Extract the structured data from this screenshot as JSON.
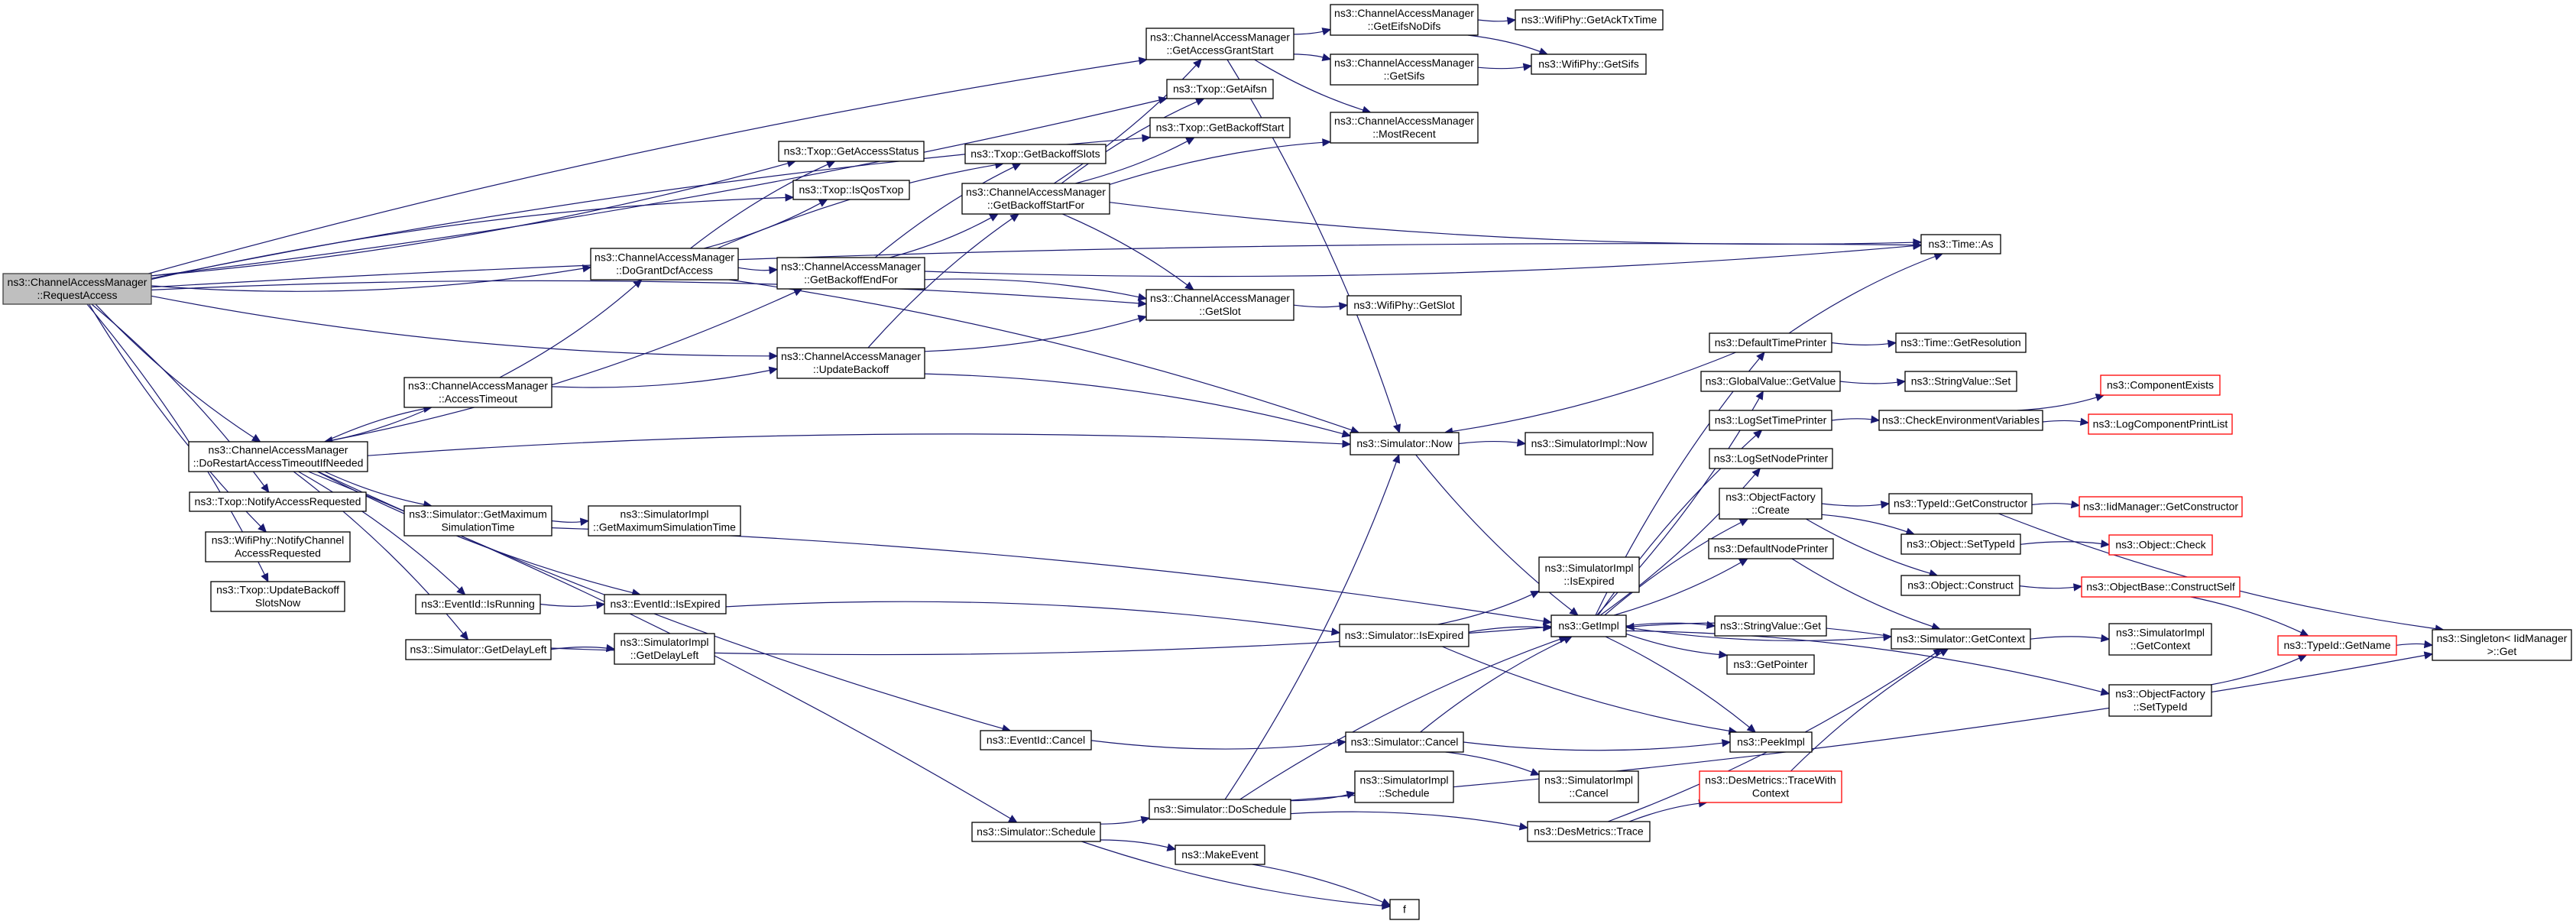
{
  "title": "Call graph of ns3::ChannelAccessManager::RequestAccess",
  "colors": {
    "edge": "#191970",
    "root_fill": "#bfbfbf",
    "node_border": "#000000",
    "undocumented_border": "#ff0000"
  },
  "nodes": [
    {
      "id": "requestAccess",
      "lines": [
        "ns3::ChannelAccessManager",
        "::RequestAccess"
      ],
      "kind": "root"
    },
    {
      "id": "getAccessGrantStart",
      "lines": [
        "ns3::ChannelAccessManager",
        "::GetAccessGrantStart"
      ]
    },
    {
      "id": "getEifsNoDifs",
      "lines": [
        "ns3::ChannelAccessManager",
        "::GetEifsNoDifs"
      ]
    },
    {
      "id": "wifiGetAckTxTime",
      "lines": [
        "ns3::WifiPhy::GetAckTxTime"
      ]
    },
    {
      "id": "camGetSifs",
      "lines": [
        "ns3::ChannelAccessManager",
        "::GetSifs"
      ]
    },
    {
      "id": "wifiGetSifs",
      "lines": [
        "ns3::WifiPhy::GetSifs"
      ]
    },
    {
      "id": "txopGetAifsn",
      "lines": [
        "ns3::Txop::GetAifsn"
      ]
    },
    {
      "id": "txopGetBackoffStart",
      "lines": [
        "ns3::Txop::GetBackoffStart"
      ]
    },
    {
      "id": "mostRecent",
      "lines": [
        "ns3::ChannelAccessManager",
        "::MostRecent"
      ]
    },
    {
      "id": "txopGetAccessStatus",
      "lines": [
        "ns3::Txop::GetAccessStatus"
      ]
    },
    {
      "id": "txopGetBackoffSlots",
      "lines": [
        "ns3::Txop::GetBackoffSlots"
      ]
    },
    {
      "id": "txopIsQosTxop",
      "lines": [
        "ns3::Txop::IsQosTxop"
      ]
    },
    {
      "id": "getBackoffStartFor",
      "lines": [
        "ns3::ChannelAccessManager",
        "::GetBackoffStartFor"
      ]
    },
    {
      "id": "timeAs",
      "lines": [
        "ns3::Time::As"
      ]
    },
    {
      "id": "doGrantDcfAccess",
      "lines": [
        "ns3::ChannelAccessManager",
        "::DoGrantDcfAccess"
      ]
    },
    {
      "id": "getBackoffEndFor",
      "lines": [
        "ns3::ChannelAccessManager",
        "::GetBackoffEndFor"
      ]
    },
    {
      "id": "camGetSlot",
      "lines": [
        "ns3::ChannelAccessManager",
        "::GetSlot"
      ]
    },
    {
      "id": "wifiGetSlot",
      "lines": [
        "ns3::WifiPhy::GetSlot"
      ]
    },
    {
      "id": "defaultTimePrinter",
      "lines": [
        "ns3::DefaultTimePrinter"
      ]
    },
    {
      "id": "timeGetResolution",
      "lines": [
        "ns3::Time::GetResolution"
      ]
    },
    {
      "id": "updateBackoff",
      "lines": [
        "ns3::ChannelAccessManager",
        "::UpdateBackoff"
      ]
    },
    {
      "id": "globalValueGetValue",
      "lines": [
        "ns3::GlobalValue::GetValue"
      ]
    },
    {
      "id": "stringValueSet",
      "lines": [
        "ns3::StringValue::Set"
      ]
    },
    {
      "id": "componentExists",
      "lines": [
        "ns3::ComponentExists"
      ],
      "kind": "missing"
    },
    {
      "id": "accessTimeout",
      "lines": [
        "ns3::ChannelAccessManager",
        "::AccessTimeout"
      ]
    },
    {
      "id": "simulatorNow",
      "lines": [
        "ns3::Simulator::Now"
      ]
    },
    {
      "id": "simulatorImplNow",
      "lines": [
        "ns3::SimulatorImpl::Now"
      ]
    },
    {
      "id": "logSetTimePrinter",
      "lines": [
        "ns3::LogSetTimePrinter"
      ]
    },
    {
      "id": "checkEnvironmentVariables",
      "lines": [
        "ns3::CheckEnvironmentVariables"
      ]
    },
    {
      "id": "logComponentPrintList",
      "lines": [
        "ns3::LogComponentPrintList"
      ],
      "kind": "missing"
    },
    {
      "id": "doRestartAccessTimeout",
      "lines": [
        "ns3::ChannelAccessManager",
        "::DoRestartAccessTimeoutIfNeeded"
      ]
    },
    {
      "id": "logSetNodePrinter",
      "lines": [
        "ns3::LogSetNodePrinter"
      ]
    },
    {
      "id": "txopNotifyAccessRequested",
      "lines": [
        "ns3::Txop::NotifyAccessRequested"
      ]
    },
    {
      "id": "objectFactoryCreate",
      "lines": [
        "ns3::ObjectFactory",
        "::Create"
      ]
    },
    {
      "id": "typeIdGetConstructor",
      "lines": [
        "ns3::TypeId::GetConstructor"
      ]
    },
    {
      "id": "iidManagerGetConstructor",
      "lines": [
        "ns3::IidManager::GetConstructor"
      ],
      "kind": "missing"
    },
    {
      "id": "simGetMaxSimTime",
      "lines": [
        "ns3::Simulator::GetMaximum",
        "SimulationTime"
      ]
    },
    {
      "id": "simImplGetMaxSimTime",
      "lines": [
        "ns3::SimulatorImpl",
        "::GetMaximumSimulationTime"
      ]
    },
    {
      "id": "wifiNotifyChannelAccessRequested",
      "lines": [
        "ns3::WifiPhy::NotifyChannel",
        "AccessRequested"
      ]
    },
    {
      "id": "objectSetTypeId",
      "lines": [
        "ns3::Object::SetTypeId"
      ]
    },
    {
      "id": "objectCheck",
      "lines": [
        "ns3::Object::Check"
      ],
      "kind": "missing"
    },
    {
      "id": "defaultNodePrinter",
      "lines": [
        "ns3::DefaultNodePrinter"
      ]
    },
    {
      "id": "simImplIsExpired",
      "lines": [
        "ns3::SimulatorImpl",
        "::IsExpired"
      ]
    },
    {
      "id": "objectConstruct",
      "lines": [
        "ns3::Object::Construct"
      ]
    },
    {
      "id": "objectBaseConstructSelf",
      "lines": [
        "ns3::ObjectBase::ConstructSelf"
      ],
      "kind": "missing"
    },
    {
      "id": "txopUpdateBackoffSlotsNow",
      "lines": [
        "ns3::Txop::UpdateBackoff",
        "SlotsNow"
      ]
    },
    {
      "id": "eventIdIsRunning",
      "lines": [
        "ns3::EventId::IsRunning"
      ]
    },
    {
      "id": "eventIdIsExpired",
      "lines": [
        "ns3::EventId::IsExpired"
      ]
    },
    {
      "id": "simulatorIsExpired",
      "lines": [
        "ns3::Simulator::IsExpired"
      ]
    },
    {
      "id": "getImpl",
      "lines": [
        "ns3::GetImpl"
      ]
    },
    {
      "id": "stringValueGet",
      "lines": [
        "ns3::StringValue::Get"
      ]
    },
    {
      "id": "simulatorGetContext",
      "lines": [
        "ns3::Simulator::GetContext"
      ]
    },
    {
      "id": "simImplGetContext",
      "lines": [
        "ns3::SimulatorImpl",
        "::GetContext"
      ]
    },
    {
      "id": "typeIdGetName",
      "lines": [
        "ns3::TypeId::GetName"
      ],
      "kind": "missing"
    },
    {
      "id": "singletonGet",
      "lines": [
        "ns3::Singleton< IidManager",
        ">::Get"
      ]
    },
    {
      "id": "simGetDelayLeft",
      "lines": [
        "ns3::Simulator::GetDelayLeft"
      ]
    },
    {
      "id": "simImplGetDelayLeft",
      "lines": [
        "ns3::SimulatorImpl",
        "::GetDelayLeft"
      ]
    },
    {
      "id": "getPointer",
      "lines": [
        "ns3::GetPointer"
      ]
    },
    {
      "id": "objectFactorySetTypeId",
      "lines": [
        "ns3::ObjectFactory",
        "::SetTypeId"
      ]
    },
    {
      "id": "eventIdCancel",
      "lines": [
        "ns3::EventId::Cancel"
      ]
    },
    {
      "id": "simulatorCancel",
      "lines": [
        "ns3::Simulator::Cancel"
      ]
    },
    {
      "id": "peekImpl",
      "lines": [
        "ns3::PeekImpl"
      ]
    },
    {
      "id": "simImplSchedule",
      "lines": [
        "ns3::SimulatorImpl",
        "::Schedule"
      ]
    },
    {
      "id": "simImplCancel",
      "lines": [
        "ns3::SimulatorImpl",
        "::Cancel"
      ]
    },
    {
      "id": "desMetricsTraceWithContext",
      "lines": [
        "ns3::DesMetrics::TraceWith",
        "Context"
      ],
      "kind": "missing"
    },
    {
      "id": "simulatorDoSchedule",
      "lines": [
        "ns3::Simulator::DoSchedule"
      ]
    },
    {
      "id": "desMetricsTrace",
      "lines": [
        "ns3::DesMetrics::Trace"
      ]
    },
    {
      "id": "simulatorSchedule",
      "lines": [
        "ns3::Simulator::Schedule"
      ]
    },
    {
      "id": "makeEvent",
      "lines": [
        "ns3::MakeEvent"
      ]
    },
    {
      "id": "f",
      "lines": [
        "f"
      ]
    }
  ],
  "edges": [
    [
      "requestAccess",
      "getAccessGrantStart"
    ],
    [
      "requestAccess",
      "txopGetAifsn"
    ],
    [
      "requestAccess",
      "txopGetBackoffStart"
    ],
    [
      "requestAccess",
      "txopGetAccessStatus"
    ],
    [
      "requestAccess",
      "txopIsQosTxop"
    ],
    [
      "requestAccess",
      "doGrantDcfAccess"
    ],
    [
      "requestAccess",
      "timeAs"
    ],
    [
      "requestAccess",
      "updateBackoff"
    ],
    [
      "requestAccess",
      "camGetSlot"
    ],
    [
      "requestAccess",
      "doRestartAccessTimeout"
    ],
    [
      "requestAccess",
      "txopNotifyAccessRequested"
    ],
    [
      "requestAccess",
      "wifiNotifyChannelAccessRequested"
    ],
    [
      "requestAccess",
      "txopUpdateBackoffSlotsNow"
    ],
    [
      "getAccessGrantStart",
      "getEifsNoDifs"
    ],
    [
      "getAccessGrantStart",
      "camGetSifs"
    ],
    [
      "getAccessGrantStart",
      "mostRecent"
    ],
    [
      "getAccessGrantStart",
      "simulatorNow"
    ],
    [
      "getEifsNoDifs",
      "wifiGetAckTxTime"
    ],
    [
      "getEifsNoDifs",
      "wifiGetSifs"
    ],
    [
      "camGetSifs",
      "wifiGetSifs"
    ],
    [
      "doGrantDcfAccess",
      "txopGetAccessStatus"
    ],
    [
      "doGrantDcfAccess",
      "txopIsQosTxop"
    ],
    [
      "doGrantDcfAccess",
      "txopGetBackoffSlots"
    ],
    [
      "doGrantDcfAccess",
      "getBackoffEndFor"
    ],
    [
      "doGrantDcfAccess",
      "simulatorNow"
    ],
    [
      "getBackoffEndFor",
      "getBackoffStartFor"
    ],
    [
      "getBackoffEndFor",
      "txopGetBackoffSlots"
    ],
    [
      "getBackoffEndFor",
      "timeAs"
    ],
    [
      "getBackoffEndFor",
      "camGetSlot"
    ],
    [
      "getBackoffStartFor",
      "getAccessGrantStart"
    ],
    [
      "getBackoffStartFor",
      "txopGetAifsn"
    ],
    [
      "getBackoffStartFor",
      "txopGetBackoffStart"
    ],
    [
      "getBackoffStartFor",
      "mostRecent"
    ],
    [
      "getBackoffStartFor",
      "timeAs"
    ],
    [
      "getBackoffStartFor",
      "camGetSlot"
    ],
    [
      "camGetSlot",
      "wifiGetSlot"
    ],
    [
      "updateBackoff",
      "getBackoffStartFor"
    ],
    [
      "updateBackoff",
      "camGetSlot"
    ],
    [
      "updateBackoff",
      "simulatorNow"
    ],
    [
      "accessTimeout",
      "doGrantDcfAccess"
    ],
    [
      "accessTimeout",
      "doRestartAccessTimeout"
    ],
    [
      "accessTimeout",
      "updateBackoff"
    ],
    [
      "doRestartAccessTimeout",
      "accessTimeout"
    ],
    [
      "doRestartAccessTimeout",
      "getBackoffEndFor"
    ],
    [
      "doRestartAccessTimeout",
      "simulatorNow"
    ],
    [
      "doRestartAccessTimeout",
      "simGetMaxSimTime"
    ],
    [
      "doRestartAccessTimeout",
      "eventIdIsRunning"
    ],
    [
      "doRestartAccessTimeout",
      "eventIdIsExpired"
    ],
    [
      "doRestartAccessTimeout",
      "simGetDelayLeft"
    ],
    [
      "doRestartAccessTimeout",
      "eventIdCancel"
    ],
    [
      "doRestartAccessTimeout",
      "simulatorSchedule"
    ],
    [
      "simGetMaxSimTime",
      "simImplGetMaxSimTime"
    ],
    [
      "simGetMaxSimTime",
      "getImpl"
    ],
    [
      "eventIdIsRunning",
      "eventIdIsExpired"
    ],
    [
      "eventIdIsExpired",
      "simulatorIsExpired"
    ],
    [
      "simulatorIsExpired",
      "simImplIsExpired"
    ],
    [
      "simulatorIsExpired",
      "getImpl"
    ],
    [
      "simulatorIsExpired",
      "peekImpl"
    ],
    [
      "simGetDelayLeft",
      "simImplGetDelayLeft"
    ],
    [
      "simGetDelayLeft",
      "getImpl"
    ],
    [
      "simulatorNow",
      "simulatorImplNow"
    ],
    [
      "simulatorNow",
      "getImpl"
    ],
    [
      "defaultTimePrinter",
      "timeAs"
    ],
    [
      "defaultTimePrinter",
      "timeGetResolution"
    ],
    [
      "defaultTimePrinter",
      "simulatorNow"
    ],
    [
      "globalValueGetValue",
      "stringValueSet"
    ],
    [
      "logSetTimePrinter",
      "checkEnvironmentVariables"
    ],
    [
      "checkEnvironmentVariables",
      "componentExists"
    ],
    [
      "checkEnvironmentVariables",
      "logComponentPrintList"
    ],
    [
      "objectFactoryCreate",
      "typeIdGetConstructor"
    ],
    [
      "objectFactoryCreate",
      "objectSetTypeId"
    ],
    [
      "objectFactoryCreate",
      "objectConstruct"
    ],
    [
      "typeIdGetConstructor",
      "iidManagerGetConstructor"
    ],
    [
      "typeIdGetConstructor",
      "singletonGet"
    ],
    [
      "objectSetTypeId",
      "objectCheck"
    ],
    [
      "objectConstruct",
      "objectBaseConstructSelf"
    ],
    [
      "objectBaseConstructSelf",
      "typeIdGetName"
    ],
    [
      "defaultNodePrinter",
      "simulatorGetContext"
    ],
    [
      "getImpl",
      "defaultTimePrinter"
    ],
    [
      "getImpl",
      "globalValueGetValue"
    ],
    [
      "getImpl",
      "logSetTimePrinter"
    ],
    [
      "getImpl",
      "logSetNodePrinter"
    ],
    [
      "getImpl",
      "objectFactoryCreate"
    ],
    [
      "getImpl",
      "defaultNodePrinter"
    ],
    [
      "getImpl",
      "stringValueGet"
    ],
    [
      "getImpl",
      "getPointer"
    ],
    [
      "getImpl",
      "peekImpl"
    ],
    [
      "getImpl",
      "simulatorGetContext"
    ],
    [
      "getImpl",
      "objectFactorySetTypeId"
    ],
    [
      "simulatorGetContext",
      "getImpl"
    ],
    [
      "simulatorGetContext",
      "simImplGetContext"
    ],
    [
      "objectFactorySetTypeId",
      "typeIdGetName"
    ],
    [
      "typeIdGetName",
      "singletonGet"
    ],
    [
      "eventIdCancel",
      "simulatorCancel"
    ],
    [
      "simulatorCancel",
      "getImpl"
    ],
    [
      "simulatorCancel",
      "peekImpl"
    ],
    [
      "simulatorCancel",
      "simImplCancel"
    ],
    [
      "simulatorSchedule",
      "simulatorDoSchedule"
    ],
    [
      "simulatorSchedule",
      "makeEvent"
    ],
    [
      "simulatorSchedule",
      "f"
    ],
    [
      "makeEvent",
      "f"
    ],
    [
      "simulatorDoSchedule",
      "simulatorNow"
    ],
    [
      "simulatorDoSchedule",
      "getImpl"
    ],
    [
      "simulatorDoSchedule",
      "simImplSchedule"
    ],
    [
      "simulatorDoSchedule",
      "desMetricsTrace"
    ],
    [
      "simulatorDoSchedule",
      "singletonGet"
    ],
    [
      "desMetricsTrace",
      "desMetricsTraceWithContext"
    ],
    [
      "desMetricsTrace",
      "simulatorGetContext"
    ],
    [
      "desMetricsTraceWithContext",
      "simulatorGetContext"
    ]
  ]
}
